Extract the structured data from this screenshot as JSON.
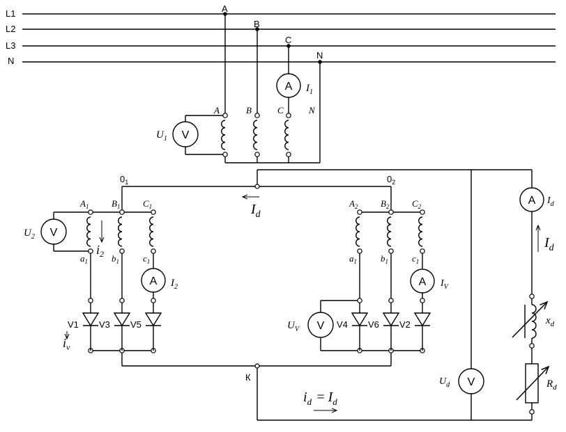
{
  "lines": {
    "l1": "L1",
    "l2": "L2",
    "l3": "L3",
    "n": "N",
    "a": "A",
    "b": "B",
    "c": "C",
    "n_tap": "N"
  },
  "primary": {
    "a": "A",
    "b": "B",
    "c": "C",
    "n": "N",
    "u1": "U",
    "u1_sub": "1",
    "i1": "I",
    "i1_sub": "1",
    "v_sym": "V",
    "a_sym": "A"
  },
  "secondary": {
    "o1": "0",
    "o1_sub": "1",
    "o2": "0",
    "o2_sub": "2",
    "left_top": [
      {
        "l": "A",
        "s": "1"
      },
      {
        "l": "B",
        "s": "1"
      },
      {
        "l": "C",
        "s": "1"
      }
    ],
    "left_bot": [
      {
        "l": "a",
        "s": "1"
      },
      {
        "l": "b",
        "s": "1"
      },
      {
        "l": "c",
        "s": "1"
      }
    ],
    "right_top": [
      {
        "l": "A",
        "s": "2"
      },
      {
        "l": "B",
        "s": "2"
      },
      {
        "l": "C",
        "s": "2"
      }
    ],
    "right_bot": [
      {
        "l": "a",
        "s": "1"
      },
      {
        "l": "b",
        "s": "1"
      },
      {
        "l": "c",
        "s": "1"
      }
    ],
    "u2": "U",
    "u2_sub": "2",
    "i2": "I",
    "i2_sub": "2",
    "i2_small": "i",
    "i2_small_sub": "2",
    "iv_small": "i",
    "iv_small_sub": "v",
    "uv": "U",
    "uv_sub": "V",
    "iv": "I",
    "iv_sub": "V"
  },
  "diodes": {
    "v1": "V1",
    "v3": "V3",
    "v5": "V5",
    "v4": "V4",
    "v6": "V6",
    "v2": "V2"
  },
  "load": {
    "id_top": "I",
    "id_top_sub": "d",
    "id_right": "I",
    "id_right_sub": "d",
    "id_meter": "I",
    "id_meter_sub": "d",
    "xd": "x",
    "xd_sub": "d",
    "rd": "R",
    "rd_sub": "d",
    "ud": "U",
    "ud_sub": "d",
    "k": "К",
    "eq_lhs": "i",
    "eq_lhs_sub": "d",
    "eq_sign": "=",
    "eq_rhs": "I",
    "eq_rhs_sub": "d"
  }
}
